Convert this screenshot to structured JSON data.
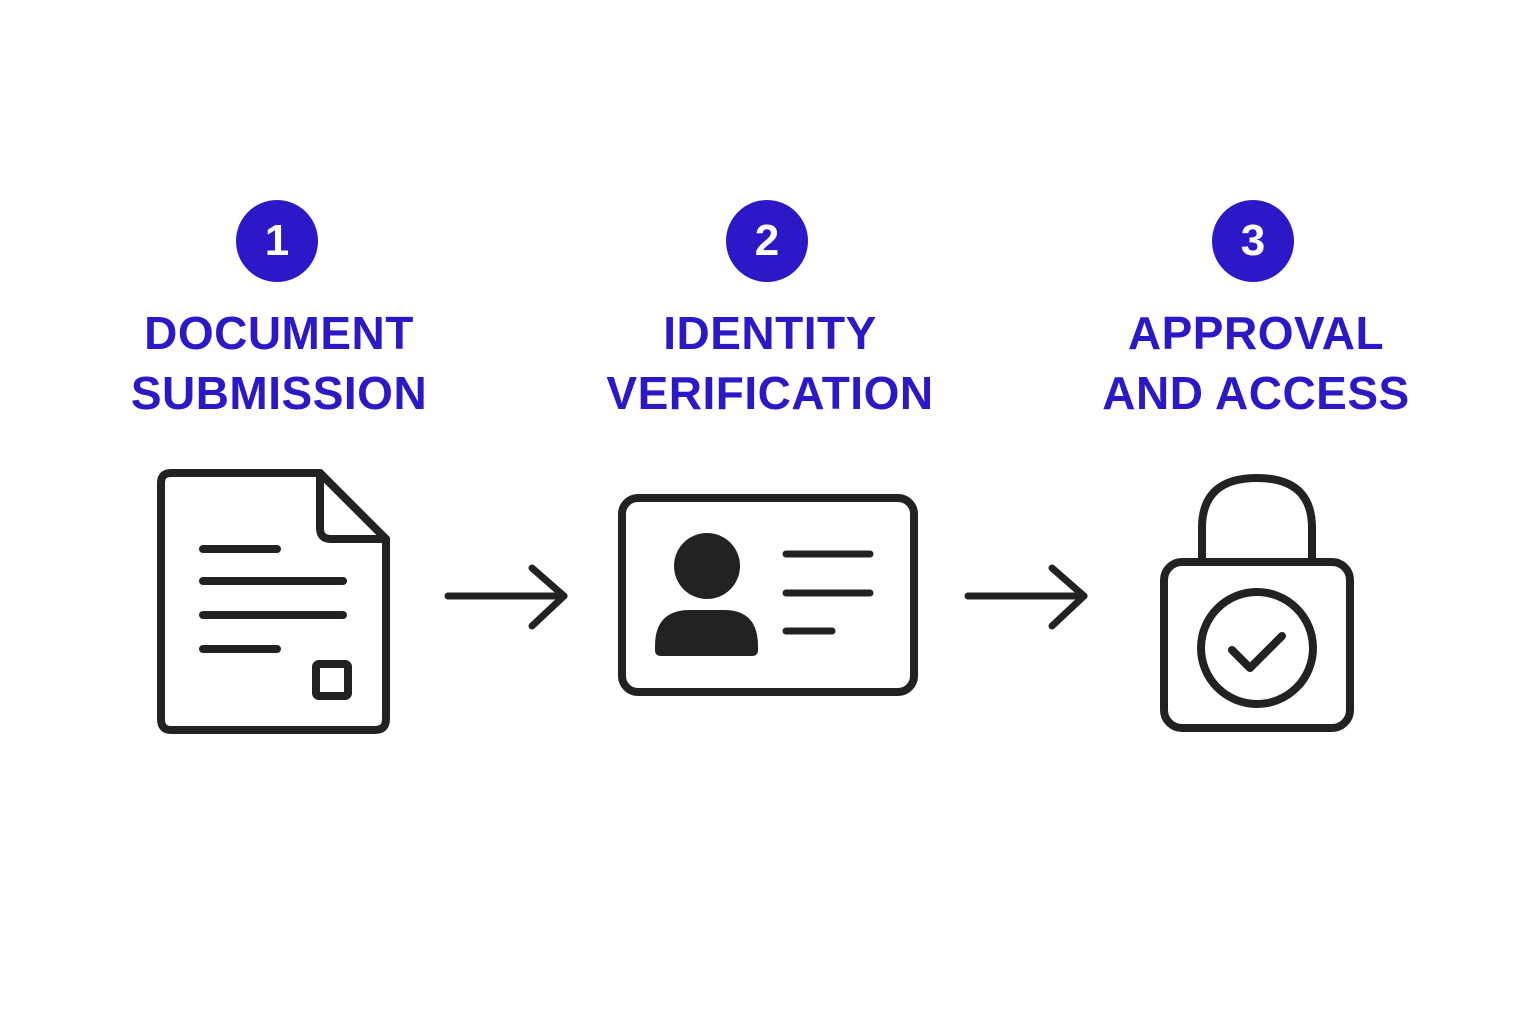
{
  "colors": {
    "accent": "#2B18C6",
    "icon_stroke": "#222222",
    "background": "#FFFFFF"
  },
  "steps": [
    {
      "number": "1",
      "title_line1": "DOCUMENT",
      "title_line2": "SUBMISSION",
      "icon": "document-icon"
    },
    {
      "number": "2",
      "title_line1": "IDENTITY",
      "title_line2": "VERIFICATION",
      "icon": "id-card-icon"
    },
    {
      "number": "3",
      "title_line1": "APPROVAL",
      "title_line2": "AND ACCESS",
      "icon": "padlock-check-icon"
    }
  ],
  "connectors": [
    "arrow-right-icon",
    "arrow-right-icon"
  ]
}
